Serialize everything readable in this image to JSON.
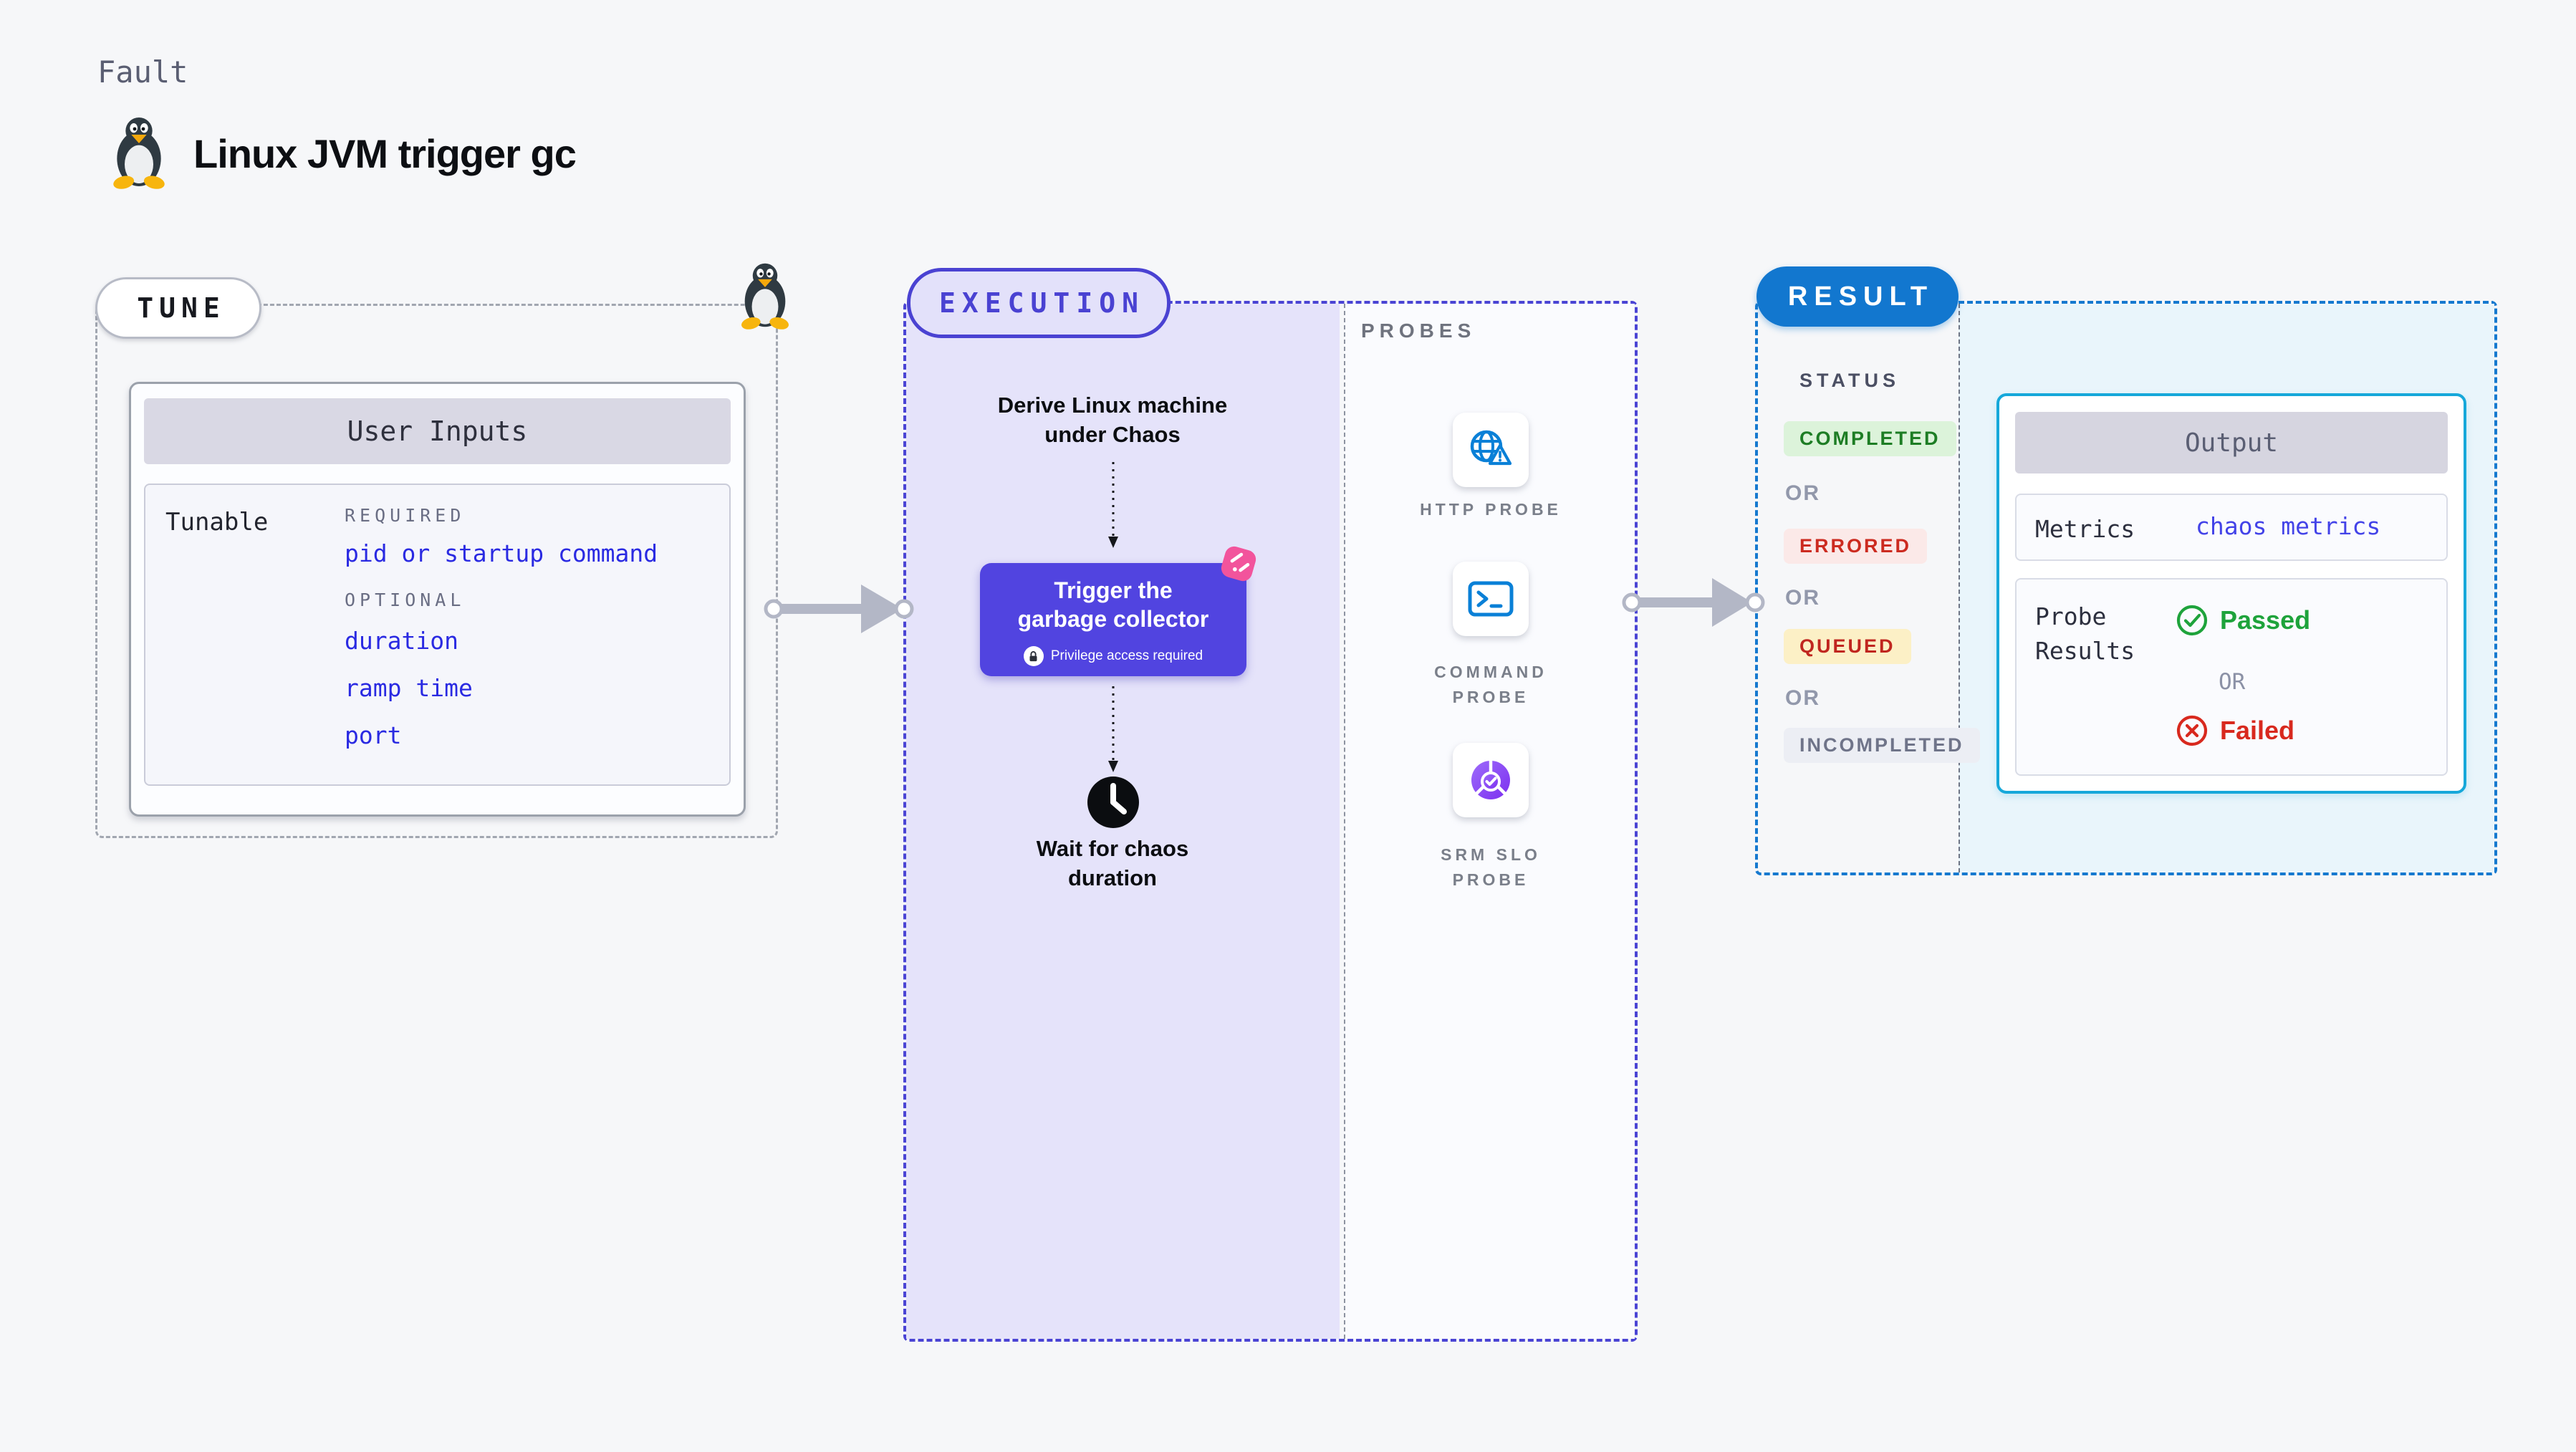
{
  "header": {
    "eyebrow": "Fault",
    "title": "Linux JVM trigger gc",
    "icon": "tux-penguin-icon"
  },
  "colors": {
    "accent_indigo": "#4a42d2",
    "fault_box_indigo": "#5144e0",
    "accent_blue": "#1277cf",
    "accent_cyan": "#16a8da",
    "accent_pink": "#f2549c",
    "probe_icon_blue": "#0a80d7",
    "passed_green": "#1ea33b",
    "failed_red": "#d8291e",
    "tunable_blue": "#2a2ae2"
  },
  "tune": {
    "label": "TUNE",
    "user_inputs": {
      "title": "User Inputs",
      "row_label": "Tunable",
      "required_label": "REQUIRED",
      "required_items": [
        "pid or startup command"
      ],
      "optional_label": "OPTIONAL",
      "optional_items": [
        "duration",
        "ramp time",
        "port"
      ]
    }
  },
  "execution": {
    "label": "EXECUTION",
    "derive_step": "Derive Linux machine under Chaos",
    "fault_step": {
      "title_line1": "Trigger the",
      "title_line2": "garbage collector",
      "privilege_note": "Privilege access required"
    },
    "wait_step": "Wait for chaos duration"
  },
  "probes": {
    "label": "PROBES",
    "items": [
      {
        "label": "HTTP PROBE",
        "icon": "globe-alert-icon"
      },
      {
        "label": "COMMAND PROBE",
        "icon": "terminal-icon"
      },
      {
        "label": "SRM SLO PROBE",
        "icon": "slo-pie-check-icon"
      }
    ]
  },
  "result": {
    "label": "RESULT",
    "status_label": "STATUS",
    "or_label": "OR",
    "statuses": [
      {
        "text": "COMPLETED",
        "kind": "green"
      },
      {
        "text": "ERRORED",
        "kind": "red"
      },
      {
        "text": "QUEUED",
        "kind": "yellow"
      },
      {
        "text": "INCOMPLETED",
        "kind": "gray"
      }
    ],
    "output": {
      "title": "Output",
      "metrics_label": "Metrics",
      "metrics_value": "chaos metrics",
      "probe_results_label": "Probe Results",
      "passed_label": "Passed",
      "or_label": "OR",
      "failed_label": "Failed"
    }
  }
}
